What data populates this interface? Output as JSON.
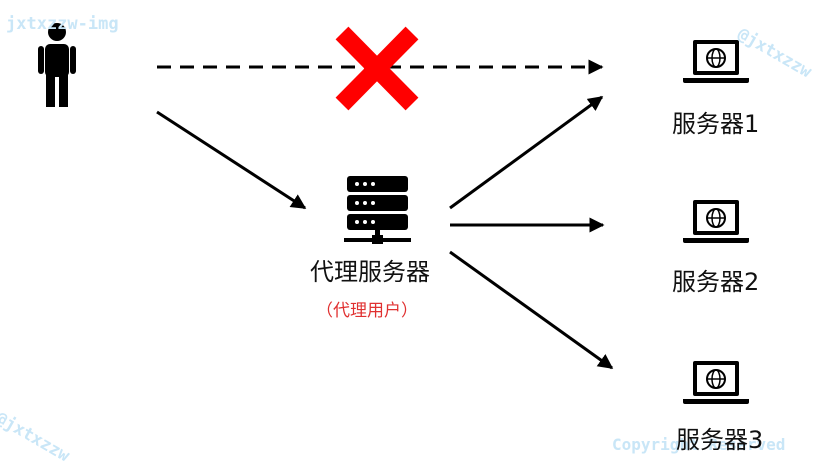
{
  "watermarks": {
    "top_left": "jxtxzzw-img",
    "top_right": "@jxtxzzw",
    "bottom_left": "@jxtxzzw",
    "bottom_right": "Copyright Reserved"
  },
  "proxy": {
    "label": "代理服务器",
    "sublabel": "（代理用户）"
  },
  "servers": [
    {
      "label": "服务器1"
    },
    {
      "label": "服务器2"
    },
    {
      "label": "服务器3"
    }
  ],
  "colors": {
    "line": "#000000",
    "cross": "#ff0000",
    "sublabel": "#e03030",
    "watermark": "#c9e6f7"
  },
  "icons": {
    "user": "person-icon",
    "proxy": "server-rack-icon",
    "server": "laptop-globe-icon",
    "blocked": "red-x-icon"
  }
}
